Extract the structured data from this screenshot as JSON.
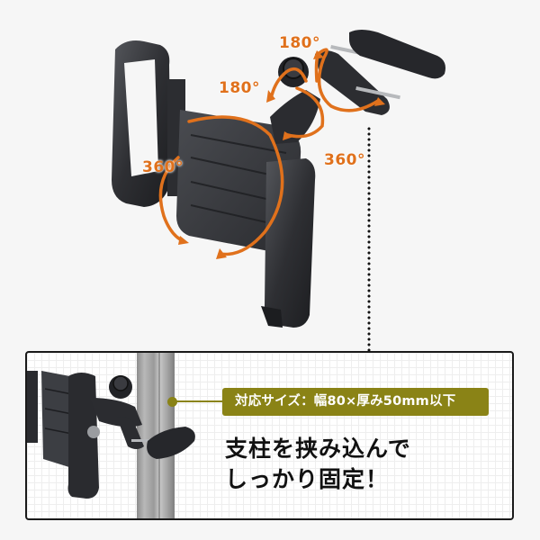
{
  "rotation_labels": {
    "top_clamp": "180°",
    "arm_joint": "180°",
    "tablet_plate": "360°",
    "ball_joint": "360°"
  },
  "callout": {
    "badge_text": "対応サイズ：幅80×厚み50mm以下",
    "headline_line1": "支柱を挟み込んで",
    "headline_line2": "しっかり固定！"
  },
  "colors": {
    "accent_orange": "#e0711c",
    "badge_olive": "#8a8316",
    "background": "#f6f6f6",
    "product_black": "#2a2b2e"
  }
}
